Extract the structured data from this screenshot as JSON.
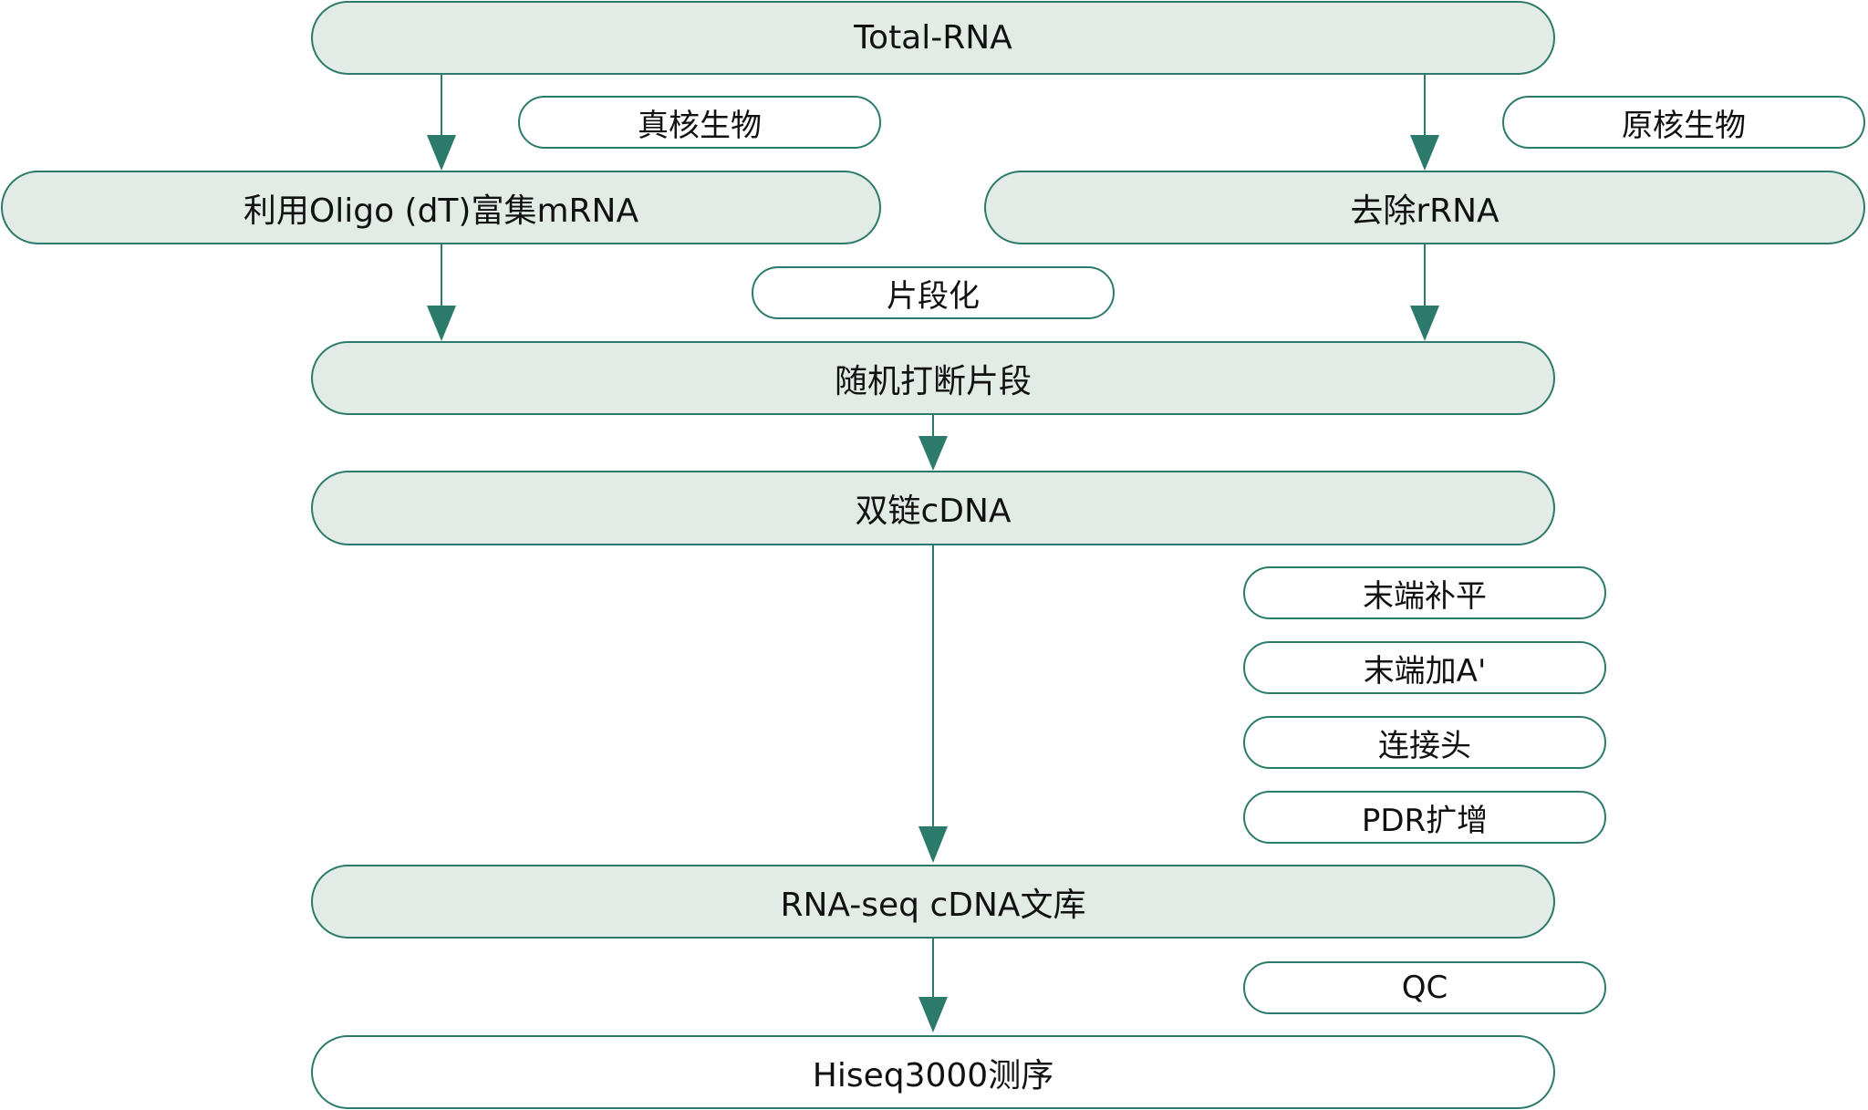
{
  "colors": {
    "stroke": "#2b7a6b",
    "fill": "#e2ebe6",
    "text": "#111111"
  },
  "nodes": {
    "total_rna": "Total-RNA",
    "enrich_mrna": "利用Oligo (dT)富集mRNA",
    "remove_rrna": "去除rRNA",
    "fragment": "随机打断片段",
    "ds_cdna": "双链cDNA",
    "library": "RNA-seq cDNA文库",
    "sequencing": "Hiseq3000测序"
  },
  "labels": {
    "eukaryote": "真核生物",
    "prokaryote": "原核生物",
    "fragmentation": "片段化",
    "end_repair": "末端补平",
    "add_a": "末端加A'",
    "ligate_adapter": "连接头",
    "pcr_amplify": "PDR扩增",
    "qc": "QC"
  }
}
